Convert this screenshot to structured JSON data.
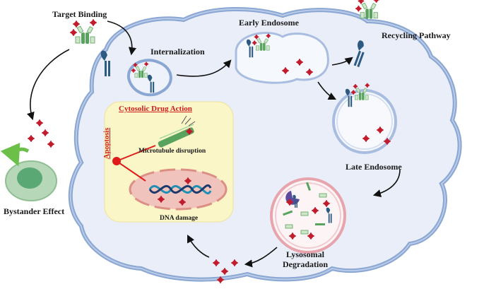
{
  "labels": {
    "target_binding": "Target Binding",
    "internalization": "Internalization",
    "early_endosome": "Early Endosome",
    "recycling_pathway": "Recycling Pathway",
    "late_endosome": "Late Endosome",
    "lysosomal_line1": "Lysosomal",
    "lysosomal_line2": "Degradation",
    "bystander_effect": "Bystander Effect",
    "cytosolic_drug_action": "Cytosolic Drug Action",
    "apoptosis": "Apoptosis",
    "microtubule_disruption": "Microtubule disruption",
    "dna_damage": "DNA damage"
  },
  "colors": {
    "cell_membrane": "#8aa6d2",
    "cell_fill": "#e9eef8",
    "cytosol_box": "#fbf6c8",
    "nucleus_fill": "#f1c3bd",
    "nucleus_border": "#dc8f84",
    "payload": "#c21c2c",
    "antibody_blue": "#2c5a82",
    "antibody_green": "#5aa35e",
    "lysosome": "#e7a4ad",
    "late_endosome": "#a9bde0",
    "apoptosis_red": "#e01b1b"
  }
}
